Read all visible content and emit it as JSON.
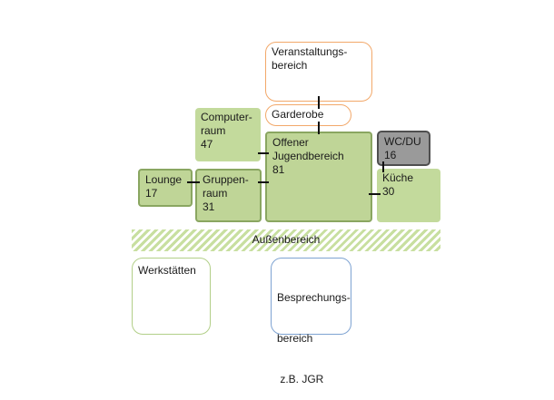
{
  "rooms": {
    "veranstaltung": {
      "lines": [
        "Veranstaltungs-",
        "bereich"
      ]
    },
    "garderobe": {
      "lines": [
        "Garderobe"
      ]
    },
    "computer": {
      "lines": [
        "Computer-",
        "raum",
        "47"
      ]
    },
    "offener": {
      "lines": [
        "Offener",
        "Jugendbereich",
        "81"
      ]
    },
    "wc": {
      "lines": [
        "WC/DU",
        "16"
      ]
    },
    "lounge": {
      "lines": [
        "Lounge",
        "17"
      ]
    },
    "gruppen": {
      "lines": [
        "Gruppen-",
        "raum",
        "31"
      ]
    },
    "kueche": {
      "lines": [
        "Küche",
        "30"
      ]
    },
    "aussen": {
      "label": "Außenbereich"
    },
    "werkstaetten": {
      "lines": [
        "Werkstätten"
      ]
    },
    "besprechung": {
      "lines": [
        "Besprechungs-",
        "bereich",
        " z.B. JGR"
      ]
    }
  },
  "colors": {
    "room_fill": "#bfd597",
    "room_border": "#8aa661",
    "wc_fill": "#9a9a9a",
    "orange_border": "#f2a86a",
    "green_border": "#b2cf88",
    "blue_border": "#7ea3d2"
  }
}
